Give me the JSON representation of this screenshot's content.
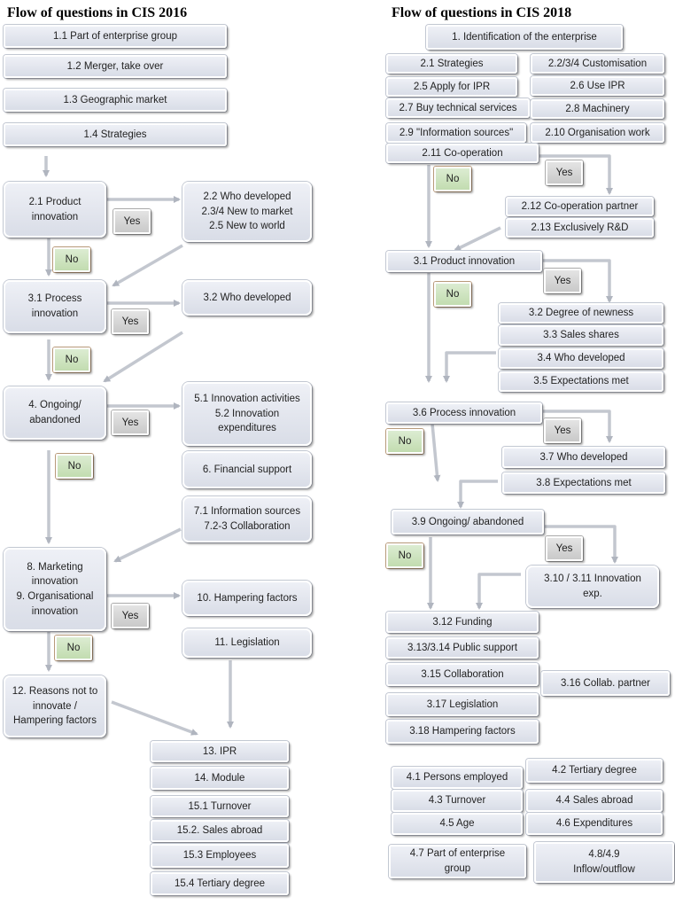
{
  "titles": {
    "left": "Flow of questions in CIS 2016",
    "right": "Flow of questions in CIS 2018"
  },
  "left": {
    "q1_1": "1.1 Part of enterprise group",
    "q1_2": "1.2 Merger, take over",
    "q1_3": "1.3 Geographic market",
    "q1_4": "1.4 Strategies",
    "q2_1": "2.1 Product\ninnovation",
    "q2_2": "2.2 Who developed\n2.3/4 New to market\n2.5 New to world",
    "q3_1": "3.1 Process\ninnovation",
    "q3_2": "3.2 Who developed",
    "q4": "4. Ongoing/\nabandoned",
    "q5": "5.1 Innovation activities\n5.2 Innovation\nexpenditures",
    "q6": "6. Financial support",
    "q7": "7.1 Information sources\n7.2-3 Collaboration",
    "q8": "8. Marketing\ninnovation\n9. Organisational\ninnovation",
    "q10": "10. Hampering factors",
    "q11": "11. Legislation",
    "q12": "12. Reasons not to\ninnovate /\nHampering factors",
    "q13": "13. IPR",
    "q14": "14. Module",
    "q15_1": "15.1 Turnover",
    "q15_2": "15.2. Sales abroad",
    "q15_3": "15.3 Employees",
    "q15_4": "15.4 Tertiary degree",
    "yes_label": "Yes",
    "no_label": "No"
  },
  "right": {
    "q1": "1. Identification of the enterprise",
    "q2_1": "2.1 Strategies",
    "q2_2": "2.2/3/4 Customisation",
    "q2_5": "2.5 Apply for IPR",
    "q2_6": "2.6 Use IPR",
    "q2_7": "2.7 Buy technical services",
    "q2_8": "2.8 Machinery",
    "q2_9": "2.9 \"Information sources\"",
    "q2_10": "2.10 Organisation work",
    "q2_11": "2.11 Co-operation",
    "q2_12": "2.12 Co-operation partner",
    "q2_13": "2.13 Exclusively R&D",
    "q3_1": "3.1 Product innovation",
    "q3_2": "3.2 Degree of newness",
    "q3_3": "3.3 Sales shares",
    "q3_4": "3.4 Who developed",
    "q3_5": "3.5 Expectations met",
    "q3_6": "3.6 Process innovation",
    "q3_7": "3.7 Who developed",
    "q3_8": "3.8 Expectations met",
    "q3_9": "3.9 Ongoing/ abandoned",
    "q3_10": "3.10 / 3.11 Innovation\nexp.",
    "q3_12": "3.12 Funding",
    "q3_13": "3.13/3.14 Public support",
    "q3_15": "3.15 Collaboration",
    "q3_16": "3.16 Collab. partner",
    "q3_17": "3.17 Legislation",
    "q3_18": "3.18 Hampering factors",
    "q4_1": "4.1 Persons employed",
    "q4_2": "4.2 Tertiary degree",
    "q4_3": "4.3 Turnover",
    "q4_4": "4.4 Sales abroad",
    "q4_5": "4.5 Age",
    "q4_6": "4.6 Expenditures",
    "q4_7": "4.7 Part of enterprise\ngroup",
    "q4_8": "4.8/4.9\nInflow/outflow",
    "yes_label": "Yes",
    "no_label": "No"
  }
}
